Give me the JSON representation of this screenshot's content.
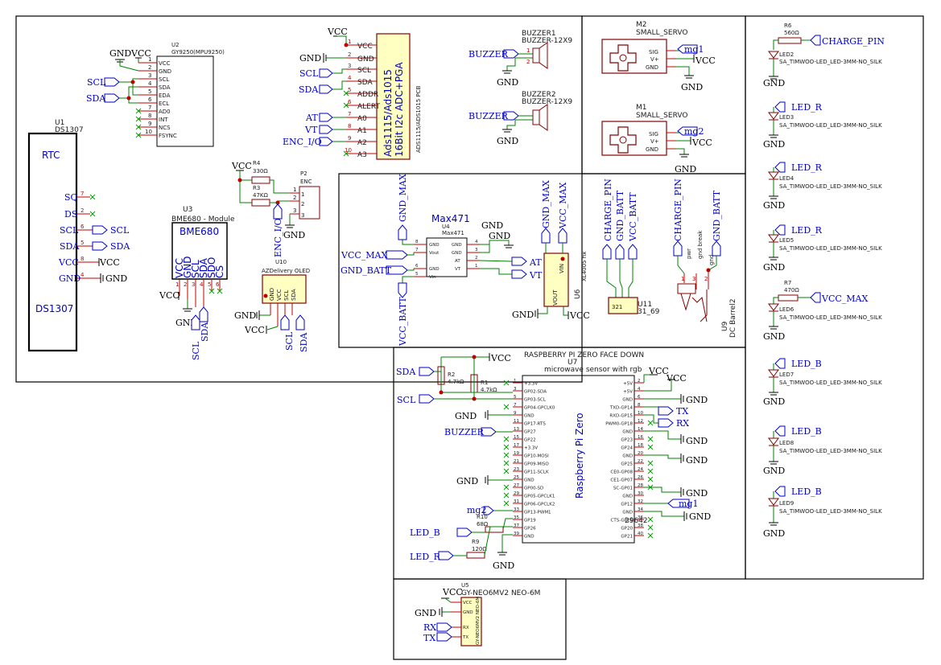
{
  "sheet": {
    "title": ""
  },
  "u2": {
    "ref": "U2",
    "value": "GY9250(MPU9250)",
    "pins": [
      {
        "n": "1",
        "name": "VCC"
      },
      {
        "n": "2",
        "name": "GND"
      },
      {
        "n": "3",
        "name": "SCL"
      },
      {
        "n": "4",
        "name": "SDA"
      },
      {
        "n": "5",
        "name": "EDA"
      },
      {
        "n": "6",
        "name": "ECL"
      },
      {
        "n": "7",
        "name": "AD0"
      },
      {
        "n": "8",
        "name": "INT"
      },
      {
        "n": "9",
        "name": "NCS"
      },
      {
        "n": "10",
        "name": "FSYNC"
      }
    ]
  },
  "u1": {
    "ref": "U1",
    "value": "DS1307",
    "title": "RTC",
    "footer": "DS1307",
    "pins": [
      {
        "n": "7",
        "name": "SQ"
      },
      {
        "n": "2",
        "name": "DS"
      },
      {
        "n": "6",
        "name": "SCL"
      },
      {
        "n": "5",
        "name": "SDA"
      },
      {
        "n": "8",
        "name": "VCC"
      },
      {
        "n": "4",
        "name": "GND"
      }
    ]
  },
  "u3": {
    "ref": "U3",
    "value": "BME680 - Module",
    "title": "BME680",
    "pins": [
      {
        "n": "1",
        "name": "VCC"
      },
      {
        "n": "2",
        "name": "GND"
      },
      {
        "n": "3",
        "name": "SCL"
      },
      {
        "n": "4",
        "name": "SDA"
      },
      {
        "n": "5",
        "name": "SDO"
      },
      {
        "n": "6",
        "name": "CS"
      }
    ]
  },
  "adc": {
    "title1": "Ads1115/Ads1015",
    "title2": "16Bit I2c ADC+PGA",
    "side": "ADS1115/ADS1015 PCB",
    "pins": [
      {
        "n": "1",
        "name": "VCC"
      },
      {
        "n": "2",
        "name": "GND"
      },
      {
        "n": "3",
        "name": "SCL"
      },
      {
        "n": "4",
        "name": "SDA"
      },
      {
        "n": "5",
        "name": "ADDR"
      },
      {
        "n": "6",
        "name": "ALERT"
      },
      {
        "n": "7",
        "name": "A0"
      },
      {
        "n": "8",
        "name": "A1"
      },
      {
        "n": "9",
        "name": "A2"
      },
      {
        "n": "10",
        "name": "A3"
      }
    ]
  },
  "enc": {
    "r4": "R4",
    "r4v": "330Ω",
    "r3": "R3",
    "r3v": "47KΩ",
    "ref": "P2",
    "value": "ENC"
  },
  "u10": {
    "ref": "U10",
    "value": "AZDelivery OLED",
    "pins": [
      {
        "n": "1",
        "name": "GND"
      },
      {
        "n": "2",
        "name": "VCC"
      },
      {
        "n": "3",
        "name": "SCL"
      },
      {
        "n": "4",
        "name": "SDA"
      }
    ]
  },
  "buzzers": [
    {
      "ref": "BUZZER1",
      "value": "BUZZER-12X9"
    },
    {
      "ref": "BUZZER2",
      "value": "BUZZER-12X9"
    }
  ],
  "servos": [
    {
      "ref": "M2",
      "value": "SMALL_SERVO",
      "net": "mg1"
    },
    {
      "ref": "M1",
      "value": "SMALL_SERVO",
      "net": "mg2"
    }
  ],
  "servo_pins": [
    "SIG",
    "V+",
    "GND"
  ],
  "leds": [
    {
      "ref": "LED2",
      "net": "CHARGE_PIN",
      "resistor": "R6",
      "rvalue": "560Ω"
    },
    {
      "ref": "LED3",
      "net": "LED_R"
    },
    {
      "ref": "LED4",
      "net": "LED_R"
    },
    {
      "ref": "LED5",
      "net": "LED_R"
    },
    {
      "ref": "LED6",
      "net": "VCC_MAX",
      "resistor": "R7",
      "rvalue": "470Ω"
    },
    {
      "ref": "LED7",
      "net": "LED_B"
    },
    {
      "ref": "LED8",
      "net": "LED_B"
    },
    {
      "ref": "LED9",
      "net": "LED_B"
    }
  ],
  "led_value": "SA_TIMWOO-LED_LED-3MM-NO_SILK",
  "max471": {
    "title": "Max471",
    "ref": "U4",
    "value": "Max471",
    "left": [
      {
        "n": "8",
        "name": "GND"
      },
      {
        "n": "7",
        "name": "Vout"
      },
      {
        "n": "6",
        "name": "GND"
      },
      {
        "n": "5",
        "name": "Vin"
      }
    ],
    "right": [
      {
        "n": "4",
        "name": "GND"
      },
      {
        "n": "3",
        "name": "GND"
      },
      {
        "n": "2",
        "name": "AT"
      },
      {
        "n": "1",
        "name": "VT"
      }
    ]
  },
  "u6": {
    "ref": "U6",
    "value": "XL4005 fix",
    "pins": [
      "VIN",
      "VOUT"
    ]
  },
  "u11": {
    "ref": "U11",
    "value": "31_69"
  },
  "u9": {
    "ref": "U9",
    "value": "DC Barrel2",
    "pins": [
      "pwr",
      "gnd break",
      "gnd"
    ]
  },
  "rpi": {
    "header": "RASPBERRY PI ZERO FACE DOWN",
    "ref": "U7",
    "value": "microwave sensor with rgb",
    "body": "Raspberry Pi Zero",
    "left": [
      {
        "n": "1",
        "name": "+3.3V"
      },
      {
        "n": "3",
        "name": "GP02-SDA"
      },
      {
        "n": "5",
        "name": "GP03-SCL"
      },
      {
        "n": "7",
        "name": "GP04-GPCLK0"
      },
      {
        "n": "9",
        "name": "GND"
      },
      {
        "n": "11",
        "name": "GP17-RTS"
      },
      {
        "n": "13",
        "name": "GP27"
      },
      {
        "n": "15",
        "name": "GP22"
      },
      {
        "n": "17",
        "name": "+3.3V"
      },
      {
        "n": "19",
        "name": "GP10-MOSI"
      },
      {
        "n": "21",
        "name": "GP09-MISO"
      },
      {
        "n": "23",
        "name": "GP11-SCLK"
      },
      {
        "n": "25",
        "name": "GND"
      },
      {
        "n": "27",
        "name": "GP00-SD"
      },
      {
        "n": "29",
        "name": "GP05-GPCLK1"
      },
      {
        "n": "31",
        "name": "GP06-GPCLK2"
      },
      {
        "n": "33",
        "name": "GP13-PWM1"
      },
      {
        "n": "35",
        "name": "GP19"
      },
      {
        "n": "37",
        "name": "GP26"
      },
      {
        "n": "39",
        "name": "GND"
      }
    ],
    "right": [
      {
        "n": "2",
        "name": "+5V"
      },
      {
        "n": "4",
        "name": "+5V"
      },
      {
        "n": "6",
        "name": "GND"
      },
      {
        "n": "8",
        "name": "TXD-GP14"
      },
      {
        "n": "10",
        "name": "RXD-GP15"
      },
      {
        "n": "12",
        "name": "PWM0-GP18"
      },
      {
        "n": "14",
        "name": "GND"
      },
      {
        "n": "16",
        "name": "GP23"
      },
      {
        "n": "18",
        "name": "GP24"
      },
      {
        "n": "20",
        "name": "GND"
      },
      {
        "n": "22",
        "name": "GP25"
      },
      {
        "n": "24",
        "name": "CE0-GP08"
      },
      {
        "n": "26",
        "name": "CE1-GP07"
      },
      {
        "n": "28",
        "name": "SC-GP01"
      },
      {
        "n": "30",
        "name": "GND"
      },
      {
        "n": "32",
        "name": "GP12"
      },
      {
        "n": "34",
        "name": "GND"
      },
      {
        "n": "36",
        "name": "CTS-GP16"
      },
      {
        "n": "38",
        "name": "GP20"
      },
      {
        "n": "40",
        "name": "GP21"
      }
    ],
    "r2": "R2",
    "r2v": "4.7kΩ",
    "r1": "R1",
    "r1v": "4.7kΩ",
    "r10": "R10",
    "r10v": "68Ω",
    "r9": "R9",
    "r9v": "120Ω",
    "overlap": "29642"
  },
  "u5": {
    "ref": "U5",
    "value": "GY-NEO6MV2 NEO-6M",
    "body": "GY-NEO6MV2 NEO-6M",
    "pins": [
      "VCC",
      "GND",
      "RX",
      "TX"
    ]
  },
  "labels": {
    "vcc": "VCC",
    "gnd": "GND",
    "scl": "SCL",
    "sda": "SDA",
    "at": "AT",
    "vt": "VT",
    "enc": "ENC_I/O",
    "buzzer": "BUZZER",
    "gnd_max": "GND_MAX",
    "vcc_max": "VCC_MAX",
    "gnd_batt": "GND_BATT",
    "vcc_batt": "VCC_BATT",
    "charge": "CHARGE_PIN",
    "led_b": "LED_B",
    "led_r": "LED_R",
    "tx": "TX",
    "rx": "RX",
    "mg1": "mg1",
    "mg2": "mg2",
    "sq": "SQ",
    "ds": "DS"
  }
}
